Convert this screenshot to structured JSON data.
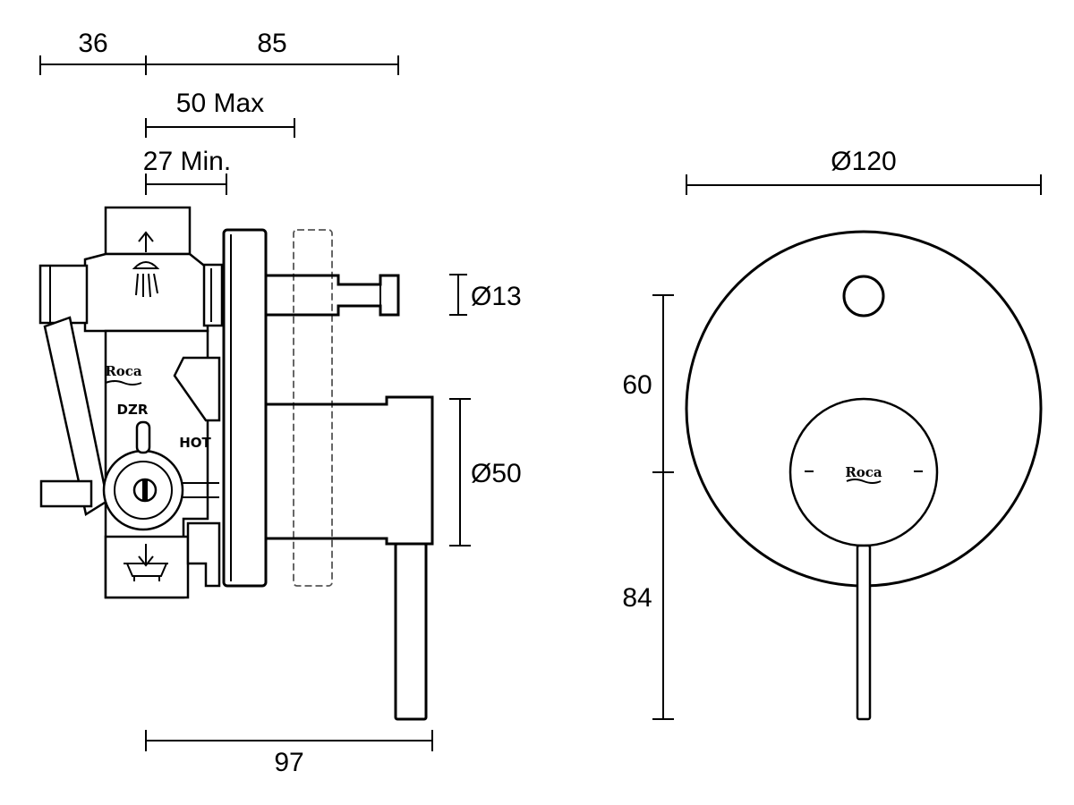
{
  "dimensions": {
    "d36": "36",
    "d85": "85",
    "d50max": "50 Max",
    "d27min": "27 Min.",
    "d13": "Ø13",
    "d50": "Ø50",
    "d97": "97",
    "d120": "Ø120",
    "d60": "60",
    "d84": "84"
  },
  "labels": {
    "brand": "Roca",
    "dzr": "DZR",
    "hot": "HOT"
  },
  "icons": [
    "shower-outlet-icon",
    "bathtub-outlet-icon",
    "arrow-up-icon",
    "arrow-down-icon"
  ],
  "colors": {
    "line": "#000000",
    "hidden_line": "#555555",
    "background": "#ffffff"
  }
}
